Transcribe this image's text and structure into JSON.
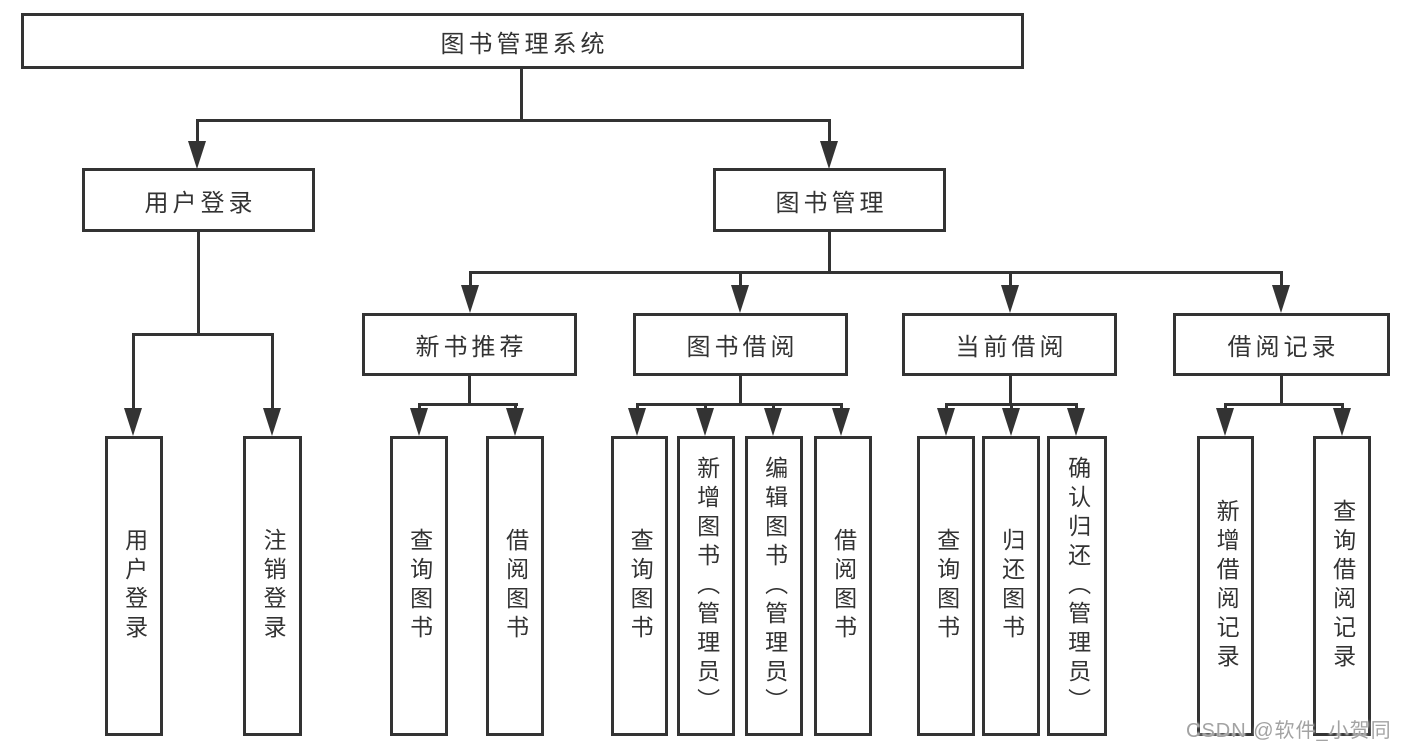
{
  "nodes": {
    "root": "图书管理系统",
    "user_login": "用户登录",
    "book_mgmt": "图书管理",
    "new_book": "新书推荐",
    "borrow": "图书借阅",
    "current": "当前借阅",
    "records": "借阅记录",
    "ul_login": "用户登录",
    "ul_logout": "注销登录",
    "nb_query": "查询图书",
    "nb_borrow": "借阅图书",
    "bb_query": "查询图书",
    "bb_add": "新增图书（管理员）",
    "bb_edit": "编辑图书（管理员）",
    "bb_borrow": "借阅图书",
    "cb_query": "查询图书",
    "cb_return": "归还图书",
    "cb_confirm": "确认归还（管理员）",
    "br_add": "新增借阅记录",
    "br_query": "查询借阅记录"
  },
  "hierarchy": {
    "图书管理系统": [
      "用户登录",
      "图书管理"
    ],
    "用户登录": [
      "用户登录",
      "注销登录"
    ],
    "图书管理": [
      "新书推荐",
      "图书借阅",
      "当前借阅",
      "借阅记录"
    ],
    "新书推荐": [
      "查询图书",
      "借阅图书"
    ],
    "图书借阅": [
      "查询图书",
      "新增图书（管理员）",
      "编辑图书（管理员）",
      "借阅图书"
    ],
    "当前借阅": [
      "查询图书",
      "归还图书",
      "确认归还（管理员）"
    ],
    "借阅记录": [
      "新增借阅记录",
      "查询借阅记录"
    ]
  },
  "watermark": "CSDN @软件_小贺同学",
  "colors": {
    "background": "#ffffff",
    "box_border": "#333333",
    "line": "#333333",
    "text": "#333333",
    "watermark": "#a3a3a3"
  }
}
